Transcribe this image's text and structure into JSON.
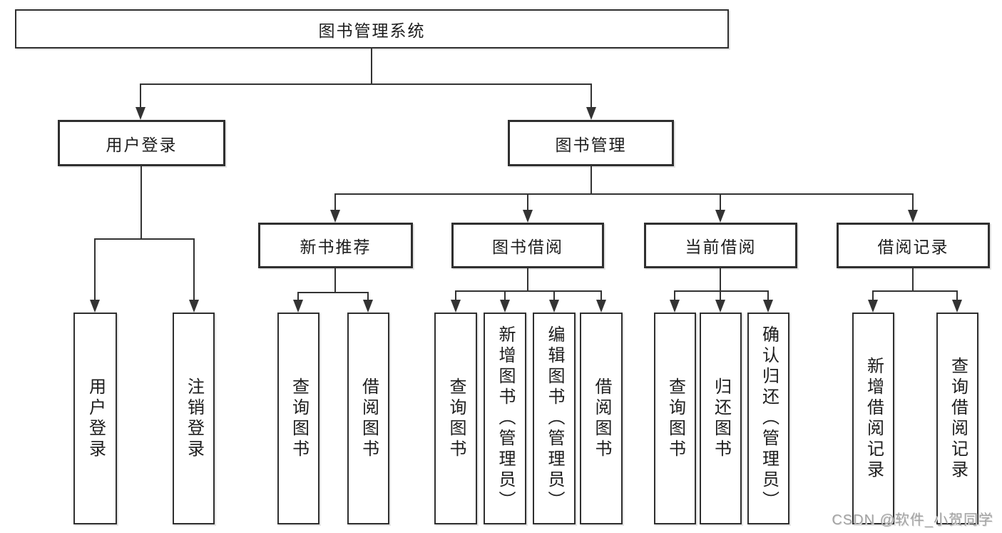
{
  "tree": {
    "label": "图书管理系统",
    "children": [
      {
        "label": "用户登录",
        "children": [
          {
            "label": "用户登录"
          },
          {
            "label": "注销登录"
          }
        ]
      },
      {
        "label": "图书管理",
        "children": [
          {
            "label": "新书推荐",
            "children": [
              {
                "label": "查询图书"
              },
              {
                "label": "借阅图书"
              }
            ]
          },
          {
            "label": "图书借阅",
            "children": [
              {
                "label": "查询图书"
              },
              {
                "label": "新增图书（管理员）"
              },
              {
                "label": "编辑图书（管理员）"
              },
              {
                "label": "借阅图书"
              }
            ]
          },
          {
            "label": "当前借阅",
            "children": [
              {
                "label": "查询图书"
              },
              {
                "label": "归还图书"
              },
              {
                "label": "确认归还（管理员）"
              }
            ]
          },
          {
            "label": "借阅记录",
            "children": [
              {
                "label": "新增借阅记录"
              },
              {
                "label": "查询借阅记录"
              }
            ]
          }
        ]
      }
    ]
  },
  "watermark": {
    "text": "CSDN @软件_小贺同学"
  },
  "colors": {
    "line": "#333333",
    "border": "#2f2f2f",
    "watermark": "#a3a3a3"
  }
}
